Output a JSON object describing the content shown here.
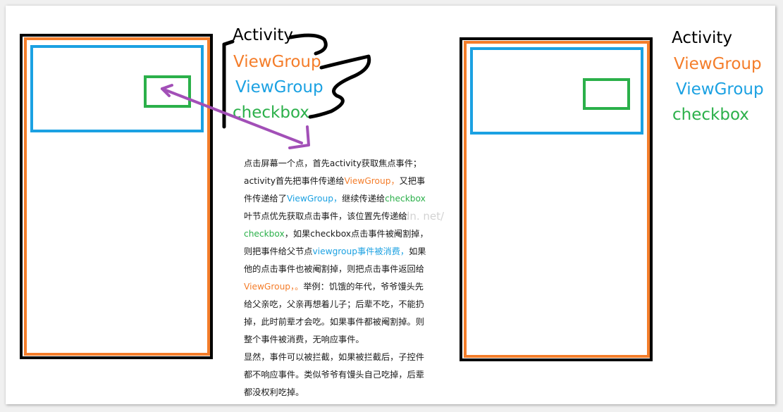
{
  "colors": {
    "activity": "#000000",
    "viewgroup_outer": "#f47d2a",
    "viewgroup_inner": "#1ba1e2",
    "checkbox": "#2bb04a",
    "arrow": "#a24fb7"
  },
  "left_diagram": {
    "labels": {
      "activity": "Activity",
      "viewgroup_outer": "ViewGroup",
      "viewgroup_inner": "ViewGroup",
      "checkbox": "checkbox"
    }
  },
  "right_diagram": {
    "labels": {
      "activity": "Activity",
      "viewgroup_outer": "ViewGroup",
      "viewgroup_inner": "ViewGroup",
      "checkbox": "checkbox"
    }
  },
  "description": {
    "l1": "点击屏幕一个点，首先activity获取焦点事件；",
    "l2a": "activity首先把事件传递给",
    "l2b": "ViewGroup，",
    "l2c": "又把事",
    "l3a": "件传递给了",
    "l3b": "ViewGroup，",
    "l3c": "继续传递给",
    "l3d": "checkbox",
    "l4": "叶节点优先获取点击事件，该位置先传递给",
    "l5a": "checkbox",
    "l5b": "，如果checkbox点击事件被阉割掉，",
    "l6a": "则把事件给父节点",
    "l6b": "viewgroup事件被消费，",
    "l6c": "如果",
    "l7": "他的点击事件也被阉割掉，则把点击事件返回给",
    "l8a": "ViewGroup，。",
    "l8b": "举例：饥饿的年代，爷爷馒头先",
    "l9": "给父亲吃，父亲再想着儿子；后辈不吃，不能扔",
    "l10": "掉，此时前辈才会吃。如果事件都被阉割掉。则",
    "l11": "整个事件被消费，无响应事件。",
    "l12": "显然，事件可以被拦截，如果被拦截后，子控件",
    "l13": "都不响应事件。类似爷爷有馒头自己吃掉，后辈",
    "l14": "都没权利吃掉。"
  },
  "watermark": "sdn. net/"
}
